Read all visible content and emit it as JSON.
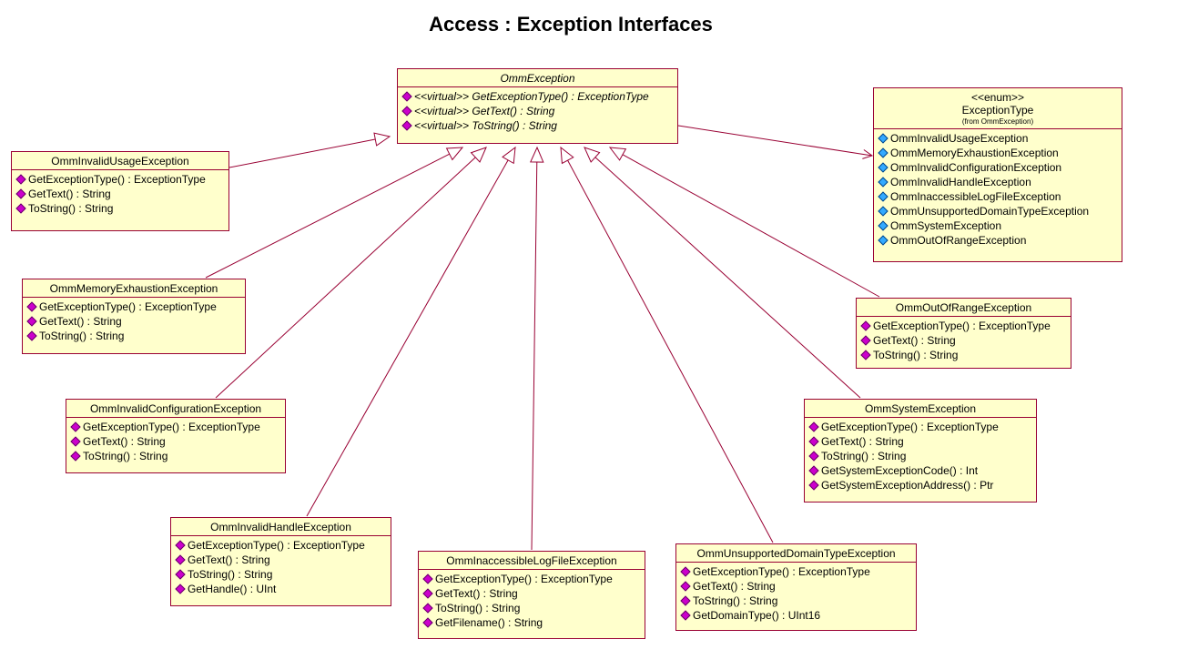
{
  "title": "Access : Exception Interfaces",
  "colors": {
    "class_fill": "#ffffcc",
    "class_border": "#990033",
    "link": "#990033",
    "method_icon": "#cc00cc",
    "attribute_icon": "#33aaff"
  },
  "icons": {
    "method": "magenta-diamond-method-icon",
    "attribute": "blue-diamond-attribute-icon"
  },
  "classes": {
    "base": {
      "name": "OmmException",
      "methods": [
        "<<virtual>> GetExceptionType() : ExceptionType",
        "<<virtual>> GetText() : String",
        "<<virtual>> ToString() : String"
      ]
    },
    "enum": {
      "stereotype": "<<enum>>",
      "name": "ExceptionType",
      "from": "(from OmmException)",
      "literals": [
        "OmmInvalidUsageException",
        "OmmMemoryExhaustionException",
        "OmmInvalidConfigurationException",
        "OmmInvalidHandleException",
        "OmmInaccessibleLogFileException",
        "OmmUnsupportedDomainTypeException",
        "OmmSystemException",
        "OmmOutOfRangeException"
      ]
    },
    "invalid_usage": {
      "name": "OmmInvalidUsageException",
      "methods": [
        "GetExceptionType() : ExceptionType",
        "GetText() : String",
        "ToString() : String"
      ]
    },
    "memory_exhaustion": {
      "name": "OmmMemoryExhaustionException",
      "methods": [
        "GetExceptionType() : ExceptionType",
        "GetText() : String",
        "ToString() : String"
      ]
    },
    "invalid_configuration": {
      "name": "OmmInvalidConfigurationException",
      "methods": [
        "GetExceptionType() : ExceptionType",
        "GetText() : String",
        "ToString() : String"
      ]
    },
    "invalid_handle": {
      "name": "OmmInvalidHandleException",
      "methods": [
        "GetExceptionType() : ExceptionType",
        "GetText() : String",
        "ToString() : String",
        "GetHandle() : UInt"
      ]
    },
    "inaccessible_logfile": {
      "name": "OmmInaccessibleLogFileException",
      "methods": [
        "GetExceptionType() : ExceptionType",
        "GetText() : String",
        "ToString() : String",
        "GetFilename() : String"
      ]
    },
    "unsupported_domain": {
      "name": "OmmUnsupportedDomainTypeException",
      "methods": [
        "GetExceptionType() : ExceptionType",
        "GetText() : String",
        "ToString() : String",
        "GetDomainType() : UInt16"
      ]
    },
    "system": {
      "name": "OmmSystemException",
      "methods": [
        "GetExceptionType() : ExceptionType",
        "GetText() : String",
        "ToString() : String",
        "GetSystemExceptionCode() : Int",
        "GetSystemExceptionAddress() : Ptr"
      ]
    },
    "out_of_range": {
      "name": "OmmOutOfRangeException",
      "methods": [
        "GetExceptionType() : ExceptionType",
        "GetText() : String",
        "ToString() : String"
      ]
    }
  }
}
